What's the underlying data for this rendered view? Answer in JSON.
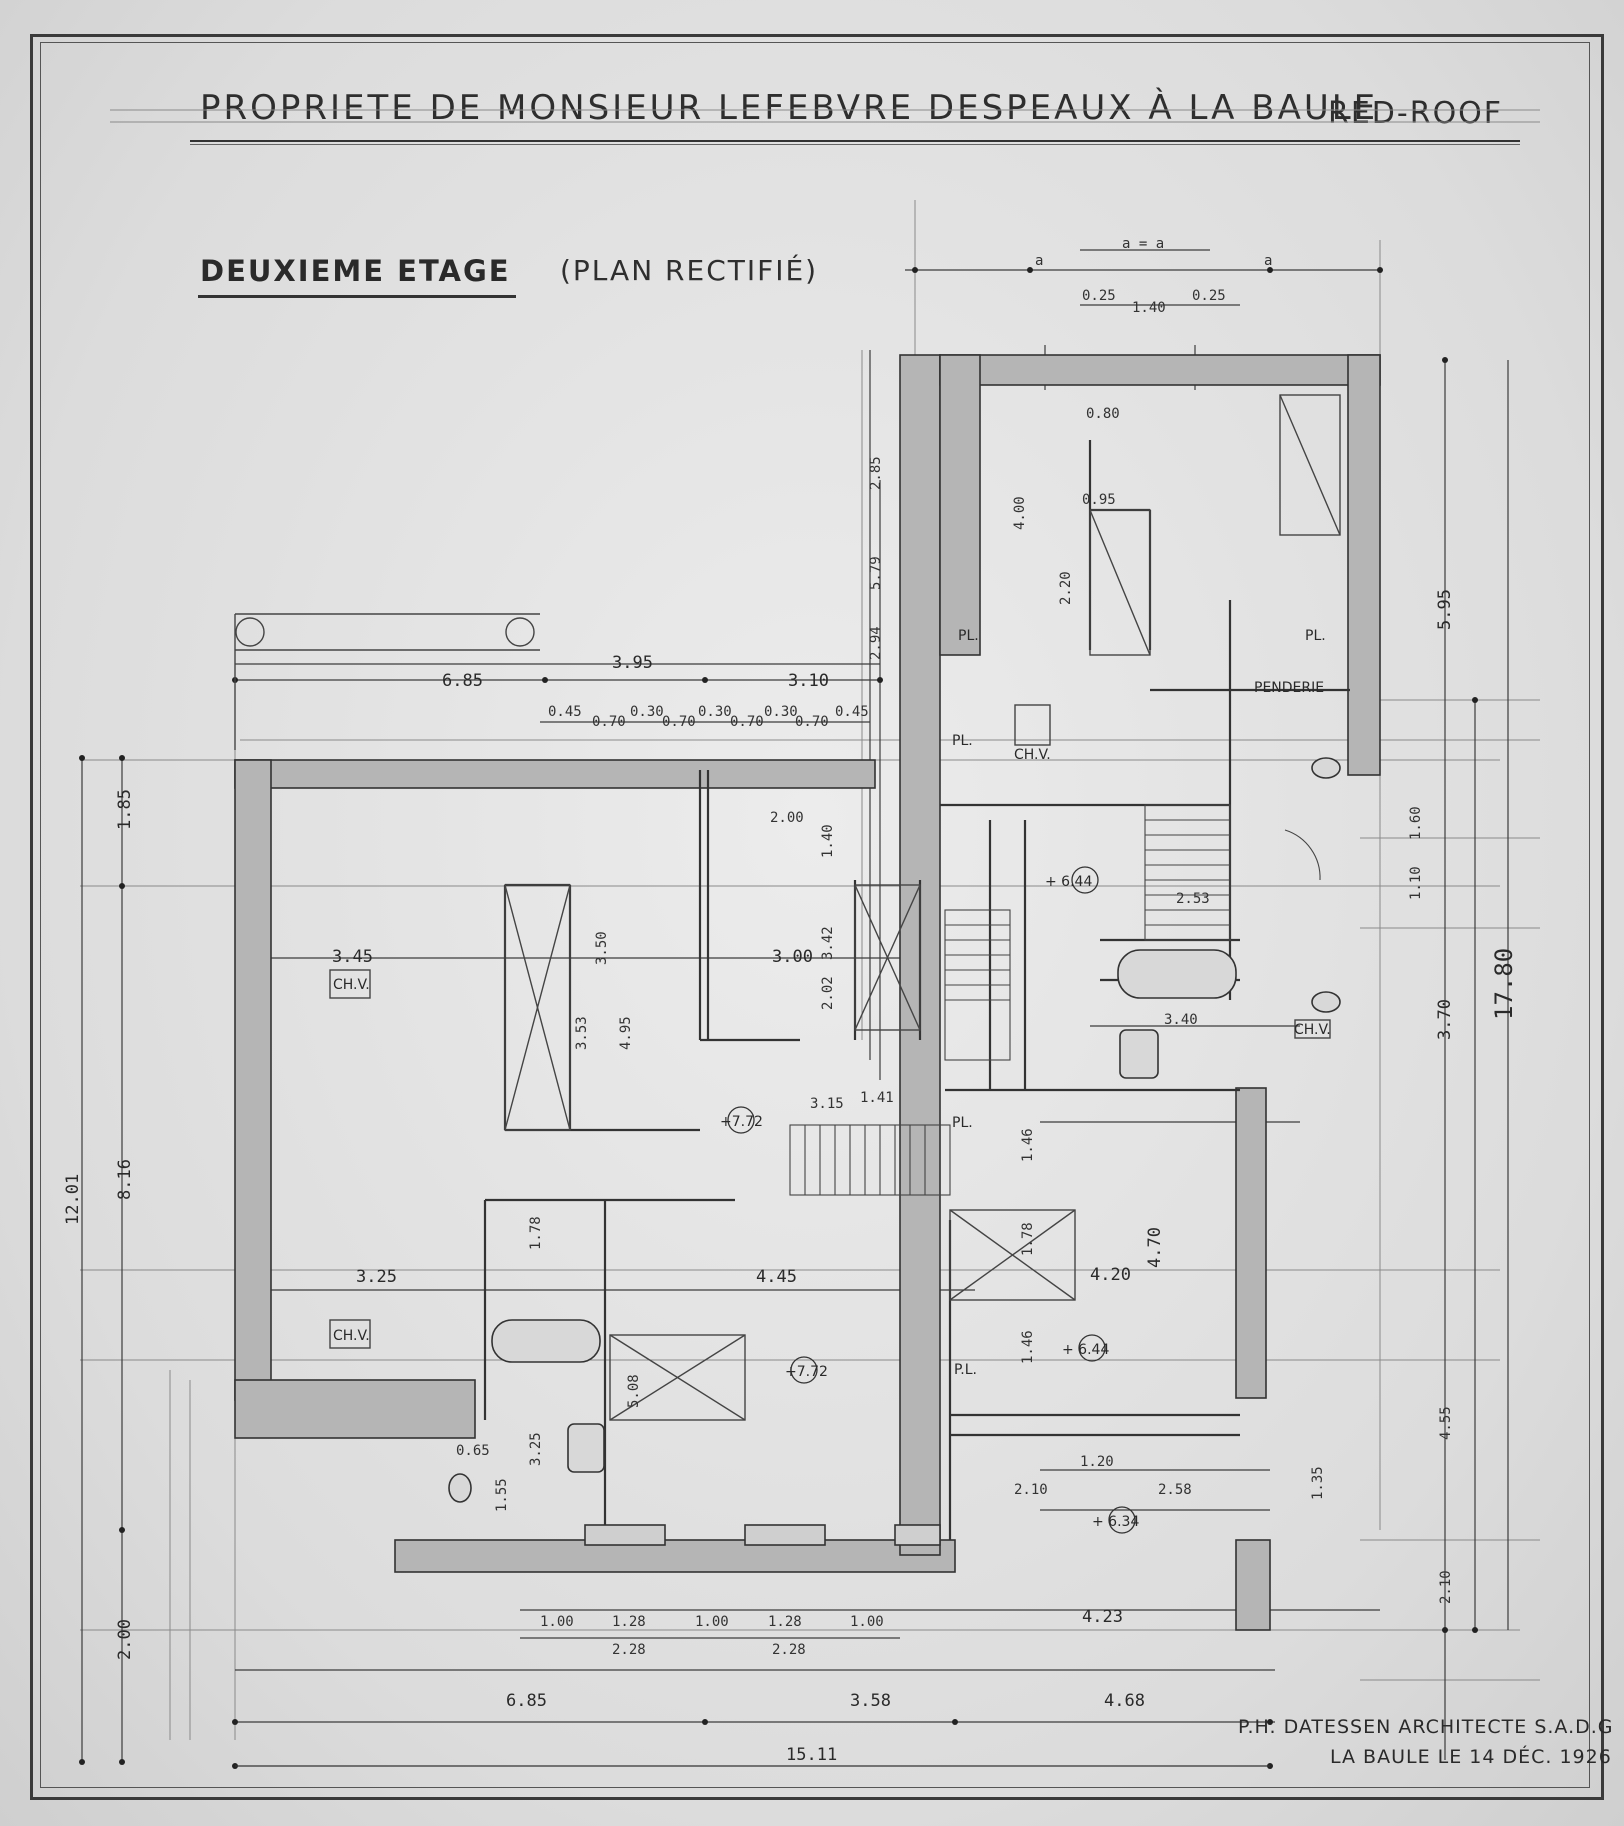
{
  "sheet": {
    "title": "PROPRIETE DE MONSIEUR LEFEBVRE DESPEAUX À LA BAULE",
    "title_right": "RED-ROOF",
    "floor_label": "DEUXIEME ETAGE",
    "floor_note": "(PLAN RECTIFIÉ)",
    "signature_line1": "P.H. DATESSEN ARCHITECTE S.A.D.G",
    "signature_line2": "LA BAULE  LE 14 DÉC. 1926"
  },
  "room_labels": {
    "pl": "PL.",
    "pl2": "P.L.",
    "chv": "CH.V.",
    "penderie": "PENDERIE",
    "level_644a": "+ 6.44",
    "level_772a": "+7.72",
    "level_772b": "+7.72",
    "level_644b": "+ 6.44",
    "level_634": "+ 6.34"
  },
  "dimensions": {
    "top_a": "a",
    "top_aa": "a = a",
    "d_025": "0.25",
    "d_140": "1.40",
    "d_685_top": "6.85",
    "d_395": "3.95",
    "d_310": "3.10",
    "d_045": "0.45",
    "d_070": "0.70",
    "d_030": "0.30",
    "d_185": "1.85",
    "d_345": "3.45",
    "d_350": "3.50",
    "d_353": "3.53",
    "d_495": "4.95",
    "d_300": "3.00",
    "d_342": "3.42",
    "d_202": "2.02",
    "d_140b": "1.40",
    "d_200": "2.00",
    "d_285": "2.85",
    "d_579": "5.79",
    "d_294": "2.94",
    "d_400": "4.00",
    "d_220": "2.20",
    "d_095": "0.95",
    "d_080": "0.80",
    "d_595": "5.95",
    "d_253": "2.53",
    "d_340": "3.40",
    "d_370": "3.70",
    "d_1780": "17.80",
    "d_1201": "12.01",
    "d_816": "8.16",
    "d_325": "3.25",
    "d_445": "4.45",
    "d_420": "4.20",
    "d_470": "4.70",
    "d_178": "1.78",
    "d_146": "1.46",
    "d_508": "5.08",
    "d_325b": "3.25",
    "d_155": "1.55",
    "d_120": "1.20",
    "d_210": "2.10",
    "d_258": "2.58",
    "d_135": "1.35",
    "d_455": "4.55",
    "d_210b": "2.10",
    "d_200b": "2.00",
    "d_100": "1.00",
    "d_128": "1.28",
    "d_228": "2.28",
    "d_423": "4.23",
    "d_685_bot": "6.85",
    "d_358": "3.58",
    "d_468": "4.68",
    "d_1511": "15.11",
    "d_315": "3.15",
    "d_141": "1.41",
    "d_160": "1.60",
    "d_110": "1.10",
    "d_065": "0.65"
  }
}
